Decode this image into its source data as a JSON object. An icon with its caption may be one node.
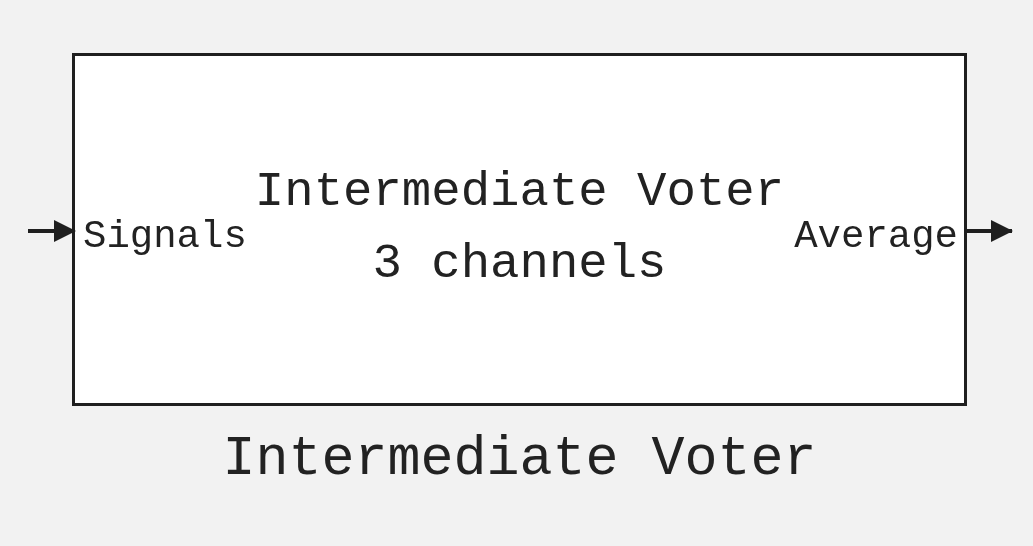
{
  "diagram": {
    "nodes": [
      {
        "text": [
          "Intermediate Voter",
          "3 channels"
        ],
        "beside": [
          "Intermediate Voter"
        ]
      },
      {
        "text": [
          "Signals"
        ],
        "in": 0
      },
      {
        "text": [
          "Average"
        ],
        "in": 0
      }
    ],
    "edges": [
      {
        "from": null,
        "to": 1,
        "arrow": "to"
      },
      {
        "from": 2,
        "to": null,
        "arrow": "to"
      }
    ]
  }
}
